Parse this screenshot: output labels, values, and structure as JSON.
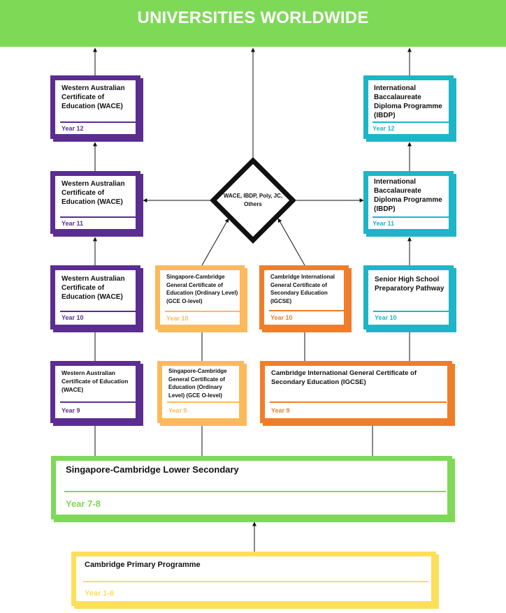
{
  "header": {
    "title": "UNIVERSITIES WORLDWIDE"
  },
  "hub": {
    "label": "WACE, IBDP, Poly, JC, Others"
  },
  "colors": {
    "banner": "#7ed957",
    "wace": "#5c2d91",
    "ibdp": "#1fb5c8",
    "o_level": "#fdb95a",
    "igcse": "#f07d2a",
    "lower_secondary": "#7ed957",
    "primary": "#fddf5c"
  },
  "cards": {
    "wace_y12": {
      "title": "Western Australian Certificate of Education (WACE)",
      "year": "Year  12"
    },
    "wace_y11": {
      "title": "Western Australian Certificate of Education (WACE)",
      "year": "Year  11"
    },
    "wace_y10": {
      "title": "Western Australian Certificate of Education (WACE)",
      "year": "Year 10"
    },
    "wace_y9": {
      "title": "Western Australian Certificate of Education (WACE)",
      "year": "Year 9"
    },
    "ibdp_y12": {
      "title": "International Baccalaureate Diploma Programme (IBDP)",
      "year": "Year 12"
    },
    "ibdp_y11": {
      "title": "International Baccalaureate Diploma Programme (IBDP)",
      "year": "Year 11"
    },
    "shs_y10": {
      "title": "Senior High School Preparatory Pathway",
      "year": "Year 10"
    },
    "olevel_y10": {
      "title": "Singapore-Cambridge General Certificate of Education (Ordinary Level) (GCE O-level)",
      "year": "Year 10"
    },
    "olevel_y9": {
      "title": "Singapore-Cambridge General Certificate of Education (Ordinary Level) (GCE O-level)",
      "year": "Year 9"
    },
    "igcse_y10": {
      "title": "Cambridge International General Certificate of Secondary Education (IGCSE)",
      "year": "Year 10"
    },
    "igcse_y9": {
      "title": "Cambridge International General Certificate of Secondary Education (IGCSE)",
      "year": "Year 9"
    },
    "lower_secondary": {
      "title": "Singapore-Cambridge Lower Secondary",
      "year": "Year 7-8"
    },
    "primary": {
      "title": "Cambridge Primary Programme",
      "year": "Year 1-6"
    }
  }
}
